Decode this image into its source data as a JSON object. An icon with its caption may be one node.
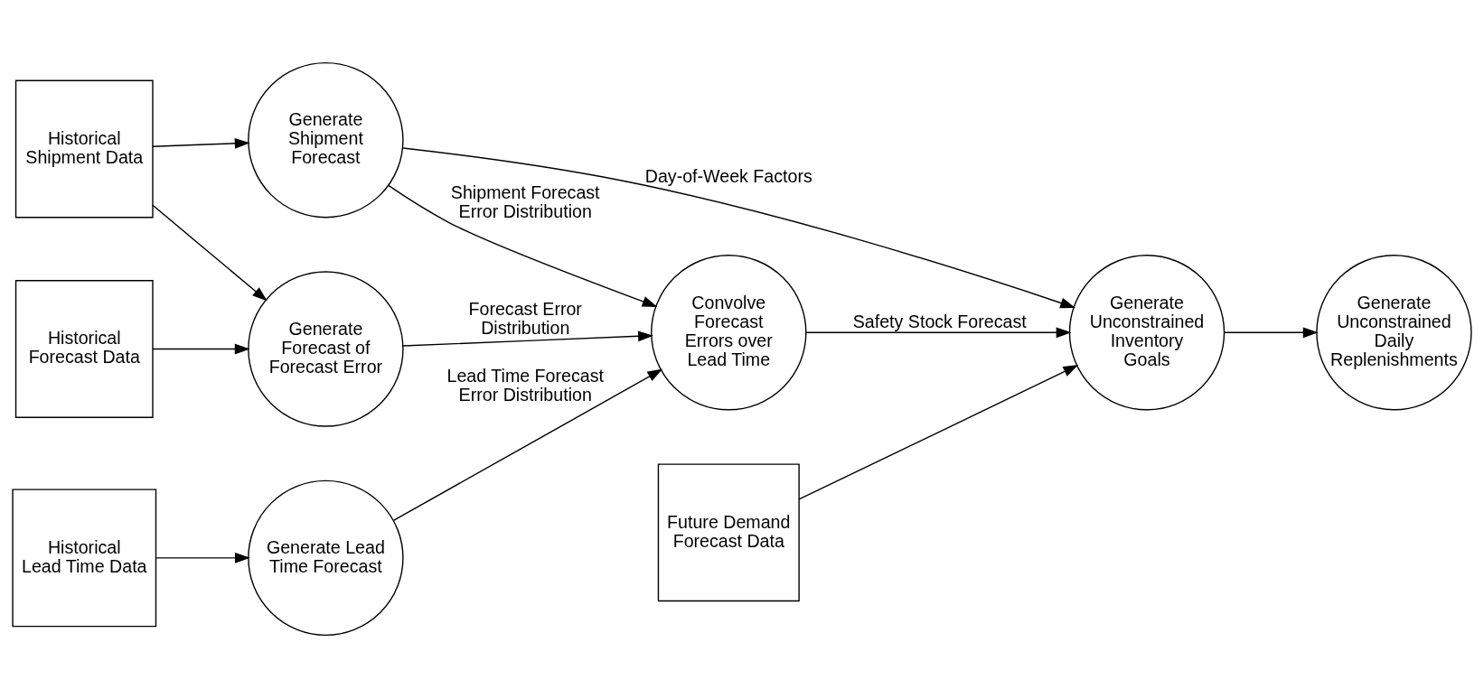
{
  "diagram": {
    "nodes": [
      {
        "text": [
          "Historical Shipment Data"
        ]
      },
      {
        "text": [
          "Generate Shipment Forecast"
        ]
      },
      {
        "text": [
          "Historical Forecast Data"
        ]
      },
      {
        "text": [
          "Generate Forecast of Forecast Error"
        ]
      },
      {
        "text": [
          "Historical Lead Time Data"
        ]
      },
      {
        "text": [
          "Generate Lead Time Forecast"
        ]
      },
      {
        "text": [
          "Convolve Forecast Errors over Lead Time"
        ]
      },
      {
        "text": [
          "Generate Unconstrained Inventory Goals"
        ]
      },
      {
        "text": [
          "Future Demand Forecast Data"
        ]
      },
      {
        "text": [
          "Generate Unconstrained Daily Replenishments"
        ]
      }
    ],
    "edges": [
      {
        "from": 0,
        "to": 1,
        "arrow": "to"
      },
      {
        "from": 0,
        "to": 3,
        "arrow": "to"
      },
      {
        "from": 2,
        "to": 3,
        "arrow": "to"
      },
      {
        "from": 4,
        "to": 5,
        "arrow": "to"
      },
      {
        "from": 1,
        "to": 6,
        "arrow": "to",
        "label": "Shipment Forecast Error Distribution"
      },
      {
        "from": 3,
        "to": 6,
        "arrow": "to",
        "label": "Forecast Error Distribution"
      },
      {
        "from": 5,
        "to": 6,
        "arrow": "to",
        "label": "Lead Time Forecast Error Distribution"
      },
      {
        "from": 1,
        "to": 7,
        "arrow": "to",
        "label": "Day-of-Week Factors"
      },
      {
        "from": 6,
        "to": 7,
        "arrow": "to",
        "label": "Safety Stock Forecast"
      },
      {
        "from": 8,
        "to": 7,
        "arrow": "to"
      },
      {
        "from": 7,
        "to": 9,
        "arrow": "to"
      }
    ]
  }
}
